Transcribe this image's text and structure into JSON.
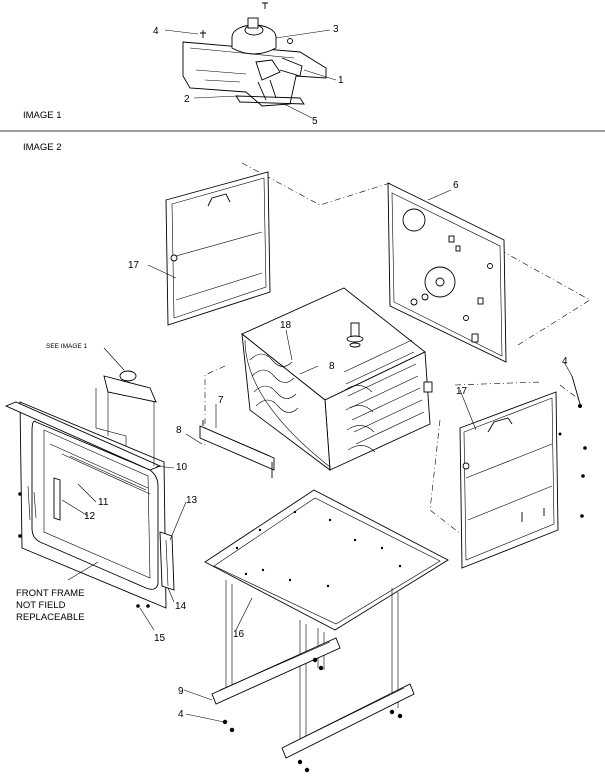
{
  "sections": {
    "image1": "IMAGE 1",
    "image2": "IMAGE 2"
  },
  "image1_callouts": {
    "c1": "1",
    "c2": "2",
    "c3": "3",
    "c4": "4",
    "c5": "5"
  },
  "image2_callouts": {
    "c6": "6",
    "c17a": "17",
    "c17b": "17",
    "c18": "18",
    "c8a": "8",
    "c8b": "8",
    "c7": "7",
    "c4a": "4",
    "c4b": "4",
    "c10": "10",
    "c11": "11",
    "c12": "12",
    "c13": "13",
    "c14": "14",
    "c15": "15",
    "c16": "16",
    "c9": "9"
  },
  "notes": {
    "see_image": "SEE IMAGE 1",
    "front_frame_line1": "FRONT FRAME",
    "front_frame_line2": "NOT FIELD",
    "front_frame_line3": "REPLACEABLE"
  }
}
